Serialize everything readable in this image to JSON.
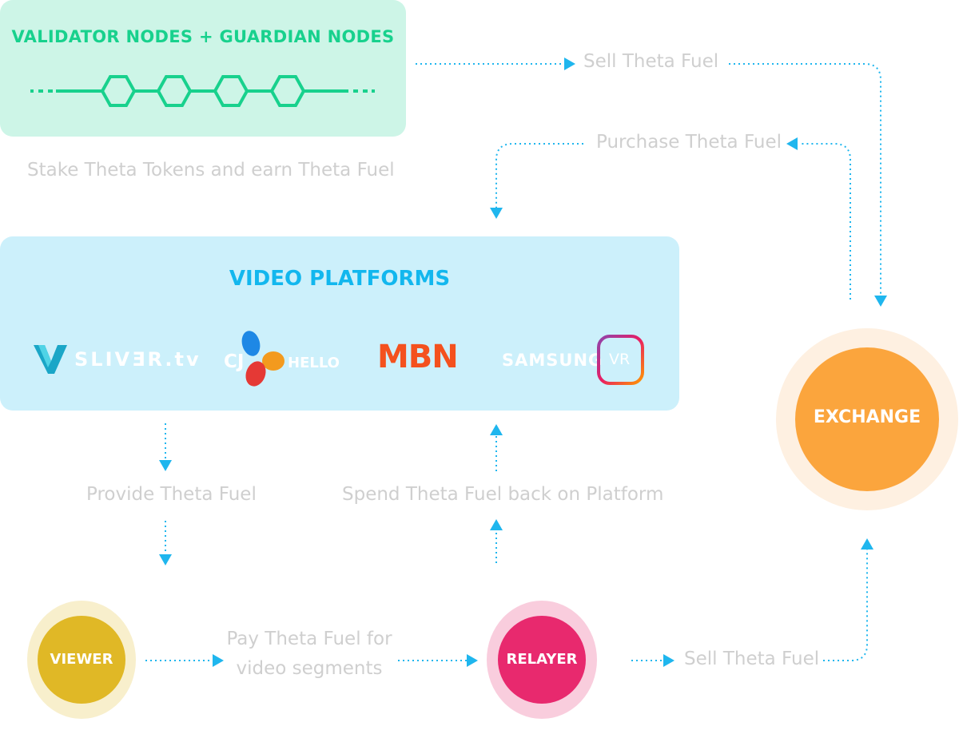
{
  "nodes_box": {
    "title": "VALIDATOR NODES + GUARDIAN NODES"
  },
  "nodes_caption": "Stake Theta Tokens and earn Theta Fuel",
  "platforms_box": {
    "title": "VIDEO PLATFORMS",
    "logos": {
      "sliver": "SLIVƎR.tv",
      "cj_left": "CJ",
      "cj_right": "HELLO",
      "mbn": "MBN",
      "samsung": "SAMSUNG",
      "vr": "VR"
    }
  },
  "flows": {
    "sell_top": "Sell Theta Fuel",
    "purchase": "Purchase Theta Fuel",
    "provide": "Provide Theta Fuel",
    "spend": "Spend Theta Fuel back on Platform",
    "pay_line1": "Pay Theta Fuel for",
    "pay_line2": "video segments",
    "sell_bottom": "Sell Theta Fuel"
  },
  "circles": {
    "exchange": "EXCHANGE",
    "viewer": "VIEWER",
    "relayer": "RELAYER"
  },
  "colors": {
    "green_box": "#cdf5e7",
    "green_accent": "#18d18d",
    "blue_box": "#ccf0fb",
    "blue_accent": "#12b7ee",
    "arrow": "#1fb6ee",
    "exchange": "#fba53d",
    "exchange_halo": "#fef0e1",
    "viewer": "#e0b826",
    "viewer_halo": "#f8efcc",
    "relayer": "#e8296e",
    "relayer_halo": "#f9cddd",
    "mbn": "#f4511e"
  }
}
